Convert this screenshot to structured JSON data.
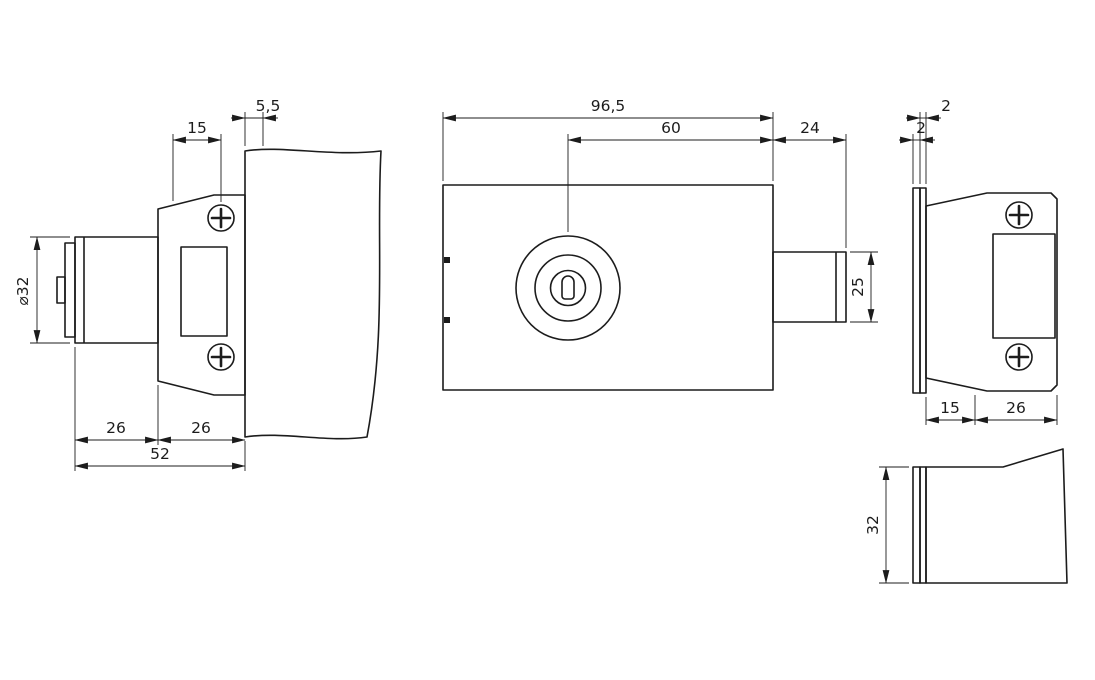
{
  "ink": "#1c1c1c",
  "background": "#ffffff",
  "views": {
    "cylinder_section": {
      "dims": {
        "inset": "5,5",
        "screw_offset": "15",
        "diameter": "⌀32",
        "cylinder_length": "26",
        "case_length": "26",
        "overall_length": "52"
      }
    },
    "body_front": {
      "dims": {
        "overall_width": "96,5",
        "center_to_face": "60",
        "bolt_extension": "24",
        "bolt_height": "25"
      }
    },
    "case_side": {
      "dims": {
        "outer_gap": "2",
        "inner_gap": "2",
        "front_depth": "15",
        "body_depth": "26"
      }
    },
    "case_top": {
      "dims": {
        "height": "32"
      }
    }
  }
}
